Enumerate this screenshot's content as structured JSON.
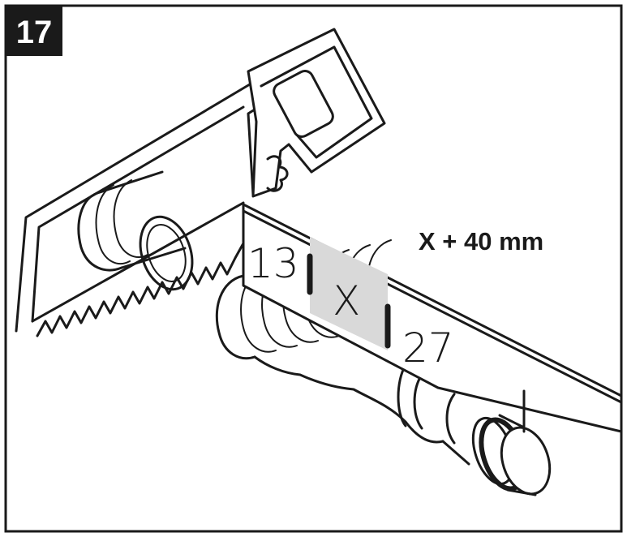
{
  "step": {
    "number": "17"
  },
  "instruction": {
    "formula": "X + 40 mm"
  },
  "scale": {
    "left_value": "13",
    "middle_label": "X",
    "right_value": "27",
    "highlight_color": "#d9d9d9"
  },
  "colors": {
    "ink": "#1a1a1a",
    "badge": "#1a1a1a",
    "paper": "#ffffff"
  },
  "icons": [
    "hacksaw-icon",
    "pipe-icon",
    "ruler-icon"
  ]
}
